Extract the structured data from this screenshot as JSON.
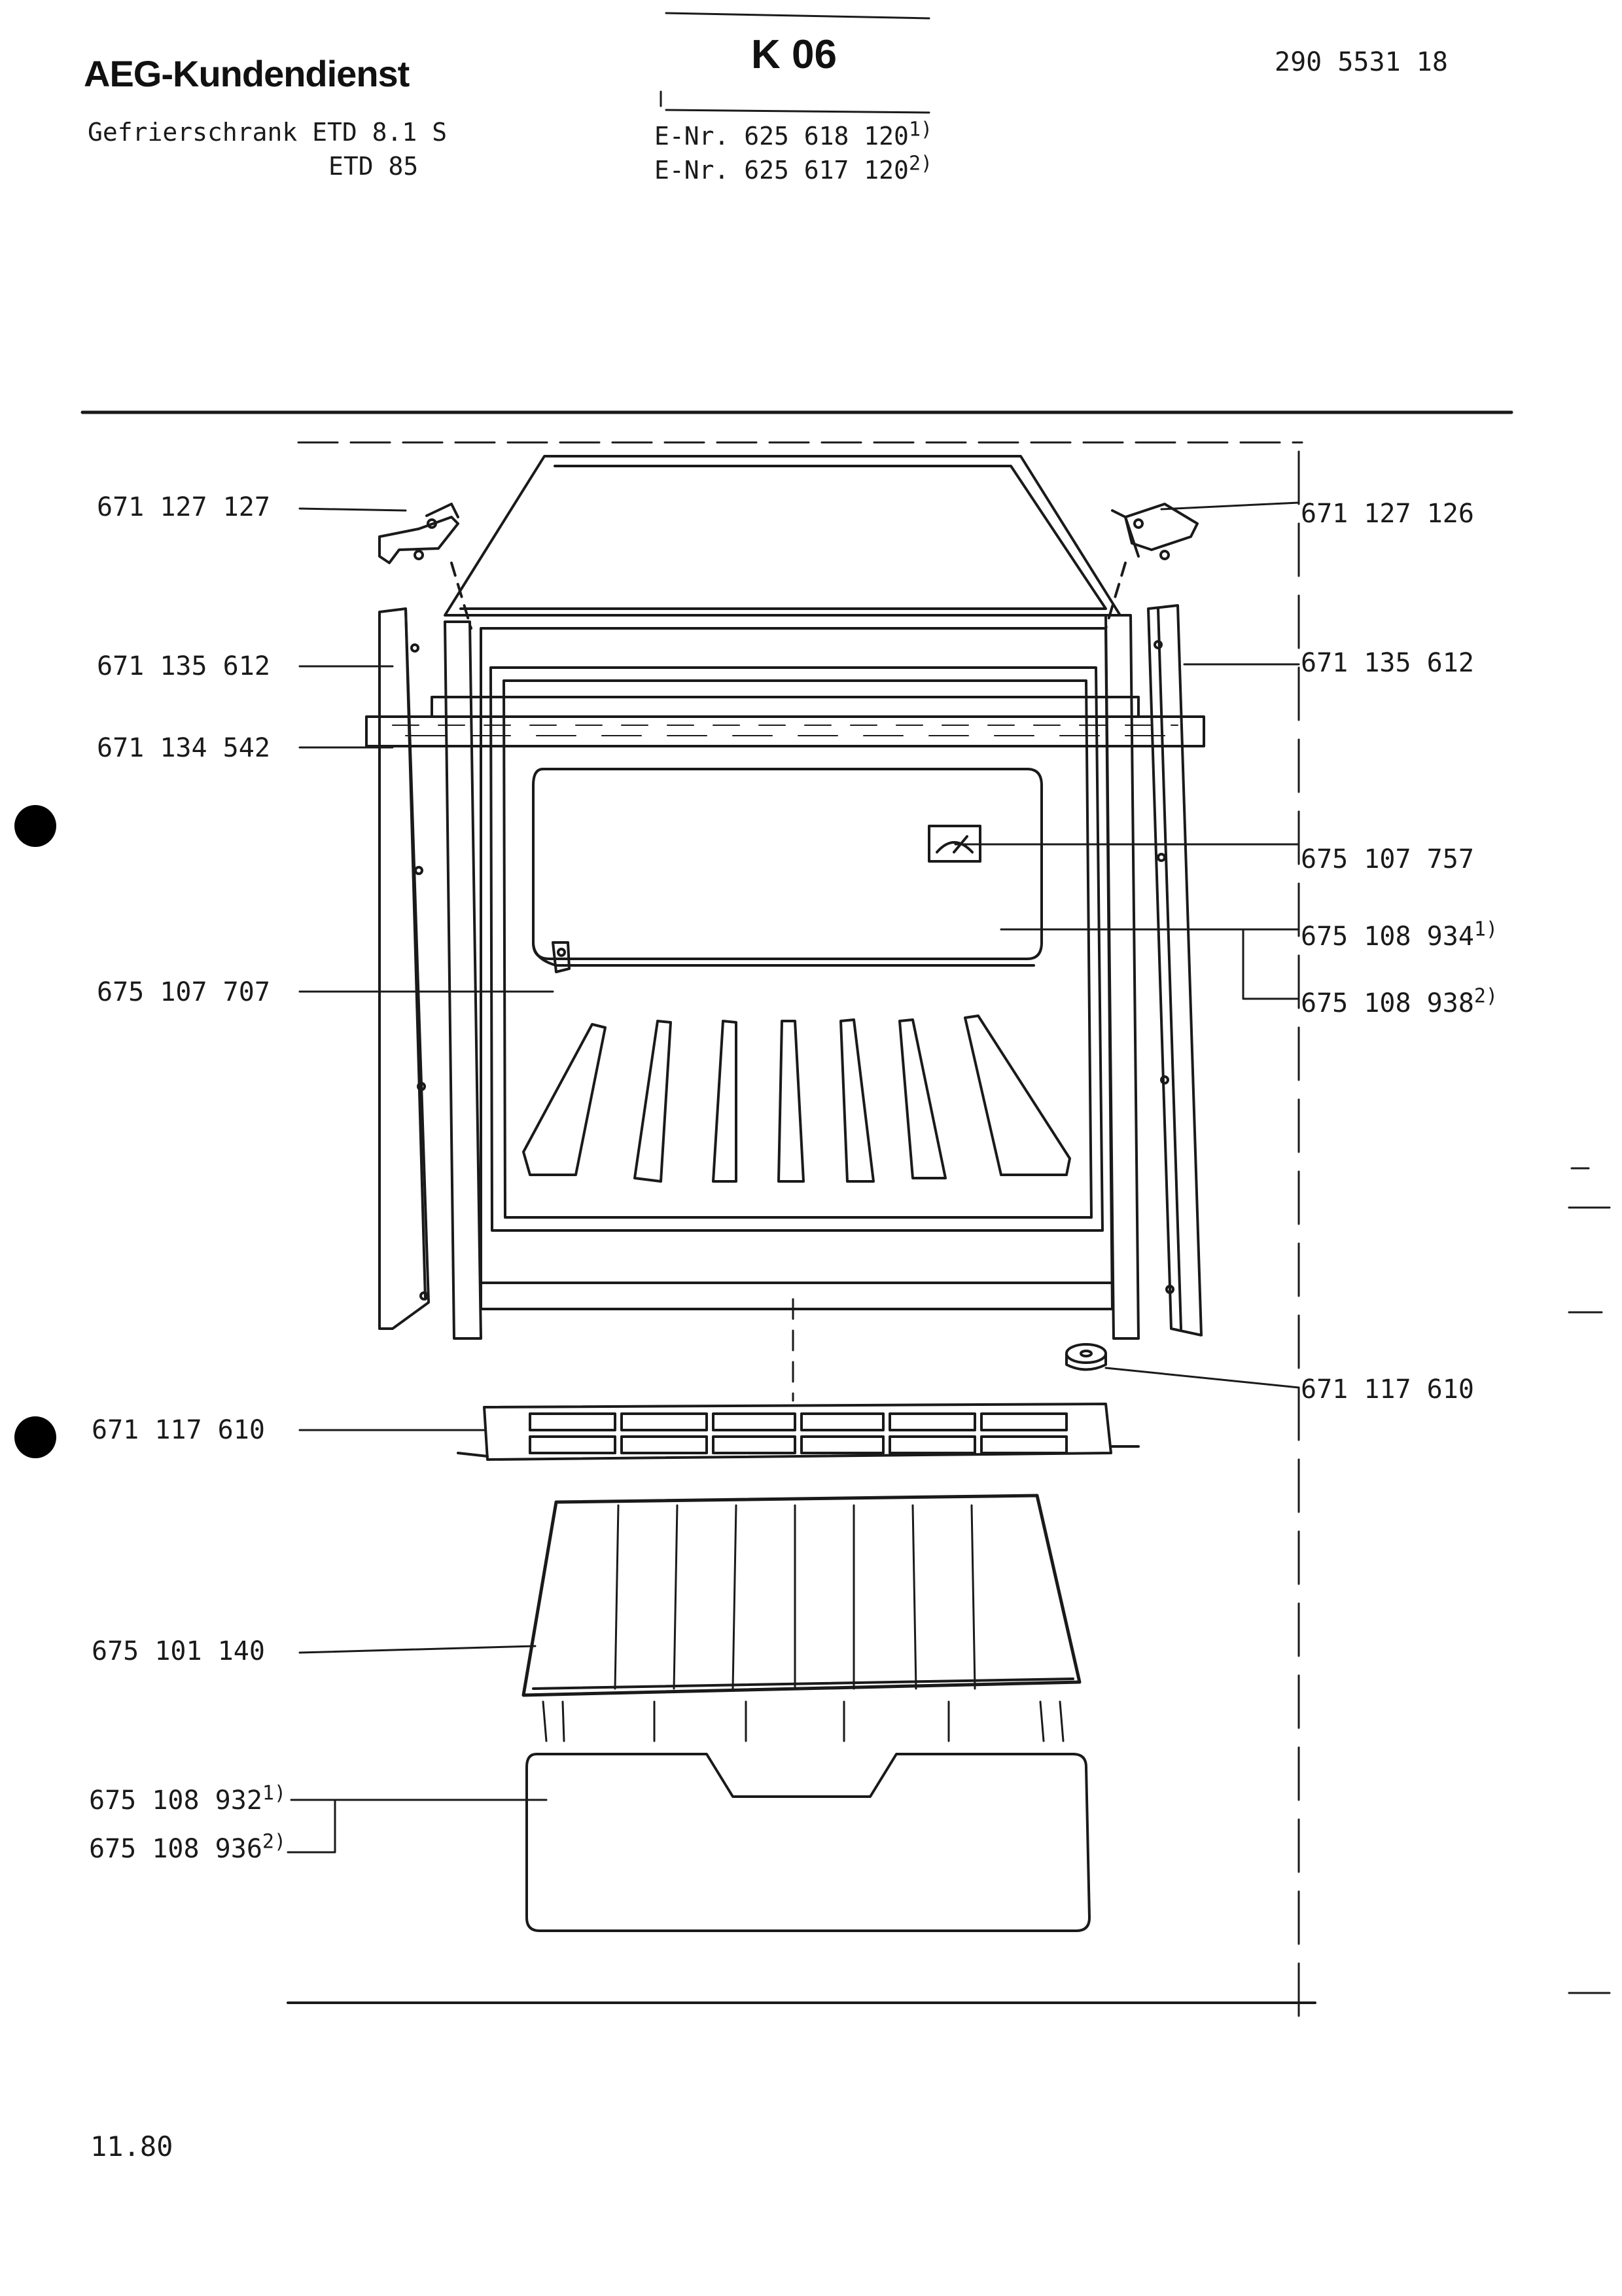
{
  "header": {
    "brand": "AEG-Kundendienst",
    "doc_code": "K 06",
    "doc_number": "290 5531 18",
    "product_line1": "Gefrierschrank ETD 8.1 S",
    "product_line2": "ETD 85",
    "enr1": "E-Nr. 625 618 120",
    "enr1_sup": "1)",
    "enr2": "E-Nr. 625 617 120",
    "enr2_sup": "2)"
  },
  "parts": {
    "p1": {
      "number": "671 127 127",
      "sup": ""
    },
    "p2": {
      "number": "671 127 126",
      "sup": ""
    },
    "p3": {
      "number": "671 135 612",
      "sup": ""
    },
    "p4": {
      "number": "671 135 612",
      "sup": ""
    },
    "p5": {
      "number": "671 134 542",
      "sup": ""
    },
    "p6": {
      "number": "675 107 757",
      "sup": ""
    },
    "p7": {
      "number": "675 108 934",
      "sup": "1)"
    },
    "p8": {
      "number": "675 108 938",
      "sup": "2)"
    },
    "p9": {
      "number": "675 107 707",
      "sup": ""
    },
    "p10": {
      "number": "671 117 610",
      "sup": ""
    },
    "p11": {
      "number": "671 117 610",
      "sup": ""
    },
    "p12": {
      "number": "675 101 140",
      "sup": ""
    },
    "p13": {
      "number": "675 108 932",
      "sup": "1)"
    },
    "p14": {
      "number": "675 108 936",
      "sup": "2)"
    }
  },
  "footer": {
    "date": "11.80"
  }
}
